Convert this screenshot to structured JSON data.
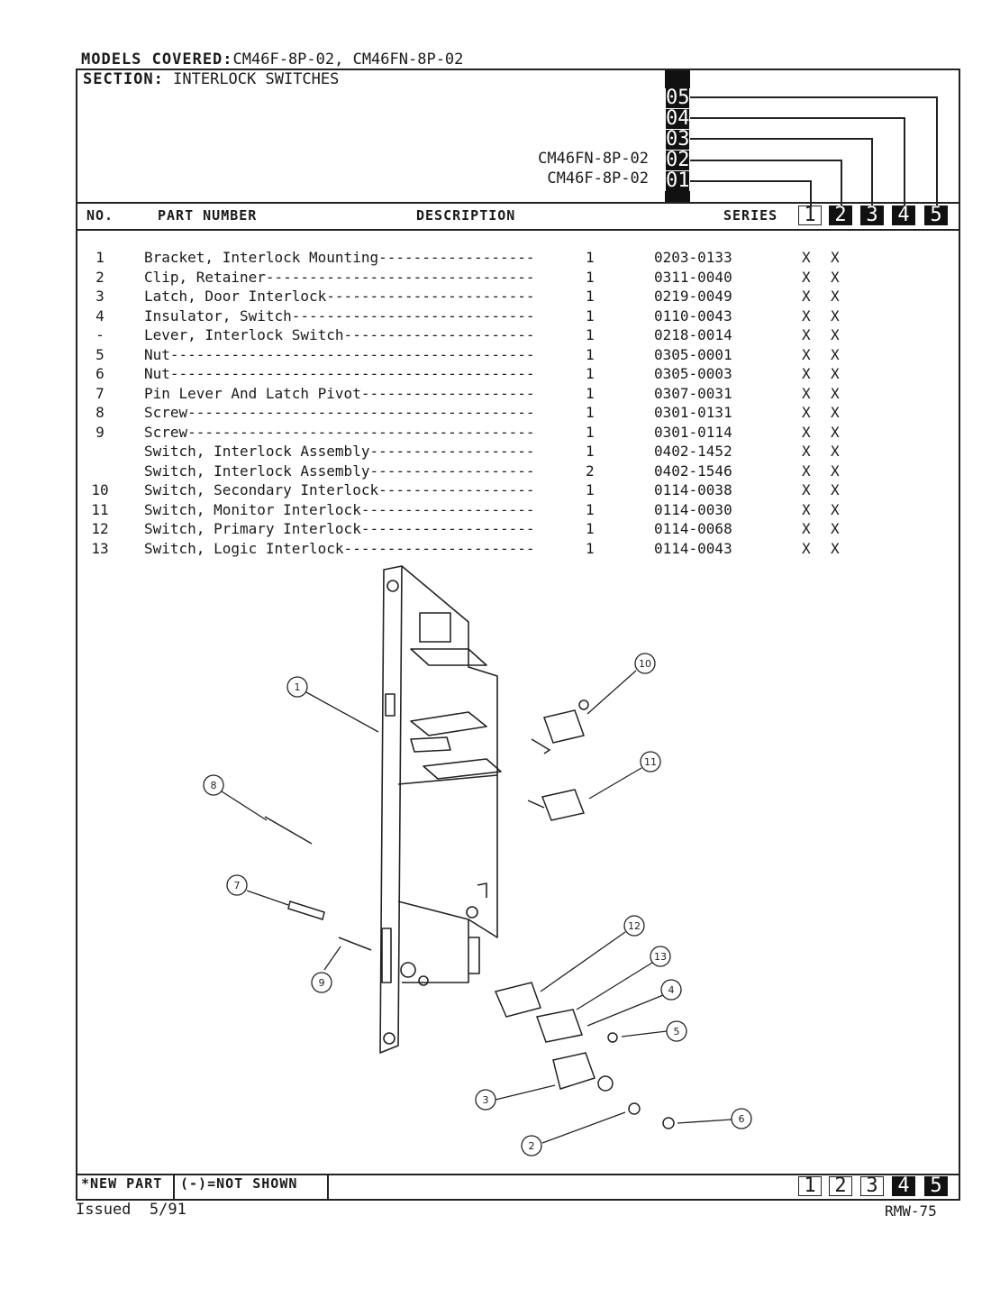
{
  "header": {
    "models_label": "MODELS COVERED:",
    "models_value": "CM46F-8P-02, CM46FN-8P-02",
    "section_label": "SECTION:",
    "section_value": "INTERLOCK SWITCHES"
  },
  "series_key": {
    "codes": [
      "05",
      "04",
      "03",
      "02",
      "01"
    ],
    "model_02": "CM46FN-8P-02",
    "model_01": "CM46F-8P-02"
  },
  "columns": {
    "no": "NO.",
    "part_number": "PART NUMBER",
    "description": "DESCRIPTION",
    "series": "SERIES",
    "series_numbers": [
      "1",
      "2",
      "3",
      "4",
      "5"
    ]
  },
  "parts": [
    {
      "no": "1",
      "desc": "Bracket, Interlock Mounting------------------",
      "qty": "1",
      "part": "0203-0133",
      "s1": "X",
      "s2": "X"
    },
    {
      "no": "2",
      "desc": "Clip, Retainer-------------------------------",
      "qty": "1",
      "part": "0311-0040",
      "s1": "X",
      "s2": "X"
    },
    {
      "no": "3",
      "desc": "Latch, Door Interlock------------------------",
      "qty": "1",
      "part": "0219-0049",
      "s1": "X",
      "s2": "X"
    },
    {
      "no": "4",
      "desc": "Insulator, Switch----------------------------",
      "qty": "1",
      "part": "0110-0043",
      "s1": "X",
      "s2": "X"
    },
    {
      "no": "-",
      "desc": "Lever, Interlock Switch----------------------",
      "qty": "1",
      "part": "0218-0014",
      "s1": "X",
      "s2": "X"
    },
    {
      "no": "5",
      "desc": "Nut------------------------------------------",
      "qty": "1",
      "part": "0305-0001",
      "s1": "X",
      "s2": "X"
    },
    {
      "no": "6",
      "desc": "Nut------------------------------------------",
      "qty": "1",
      "part": "0305-0003",
      "s1": "X",
      "s2": "X"
    },
    {
      "no": "7",
      "desc": "Pin Lever And Latch Pivot--------------------",
      "qty": "1",
      "part": "0307-0031",
      "s1": "X",
      "s2": "X"
    },
    {
      "no": "8",
      "desc": "Screw----------------------------------------",
      "qty": "1",
      "part": "0301-0131",
      "s1": "X",
      "s2": "X"
    },
    {
      "no": "9",
      "desc": "Screw----------------------------------------",
      "qty": "1",
      "part": "0301-0114",
      "s1": "X",
      "s2": "X"
    },
    {
      "no": "",
      "desc": "Switch, Interlock Assembly-------------------",
      "qty": "1",
      "part": "0402-1452",
      "s1": "X",
      "s2": "X"
    },
    {
      "no": "",
      "desc": "Switch, Interlock Assembly-------------------",
      "qty": "2",
      "part": "0402-1546",
      "s1": "X",
      "s2": "X"
    },
    {
      "no": "10",
      "desc": "Switch, Secondary Interlock------------------",
      "qty": "1",
      "part": "0114-0038",
      "s1": "X",
      "s2": "X"
    },
    {
      "no": "11",
      "desc": "Switch, Monitor Interlock--------------------",
      "qty": "1",
      "part": "0114-0030",
      "s1": "X",
      "s2": "X"
    },
    {
      "no": "12",
      "desc": "Switch, Primary Interlock--------------------",
      "qty": "1",
      "part": "0114-0068",
      "s1": "X",
      "s2": "X"
    },
    {
      "no": "13",
      "desc": "Switch, Logic Interlock----------------------",
      "qty": "1",
      "part": "0114-0043",
      "s1": "X",
      "s2": "X"
    }
  ],
  "diagram": {
    "callouts": [
      "1",
      "2",
      "3",
      "4",
      "5",
      "6",
      "7",
      "8",
      "9",
      "10",
      "11",
      "12",
      "13"
    ]
  },
  "footer": {
    "new_part": "*NEW PART",
    "not_shown": "(-)=NOT SHOWN",
    "series_numbers": [
      "1",
      "2",
      "3",
      "4",
      "5"
    ],
    "issued": "Issued  5/91",
    "doc_code": "RMW-75"
  }
}
